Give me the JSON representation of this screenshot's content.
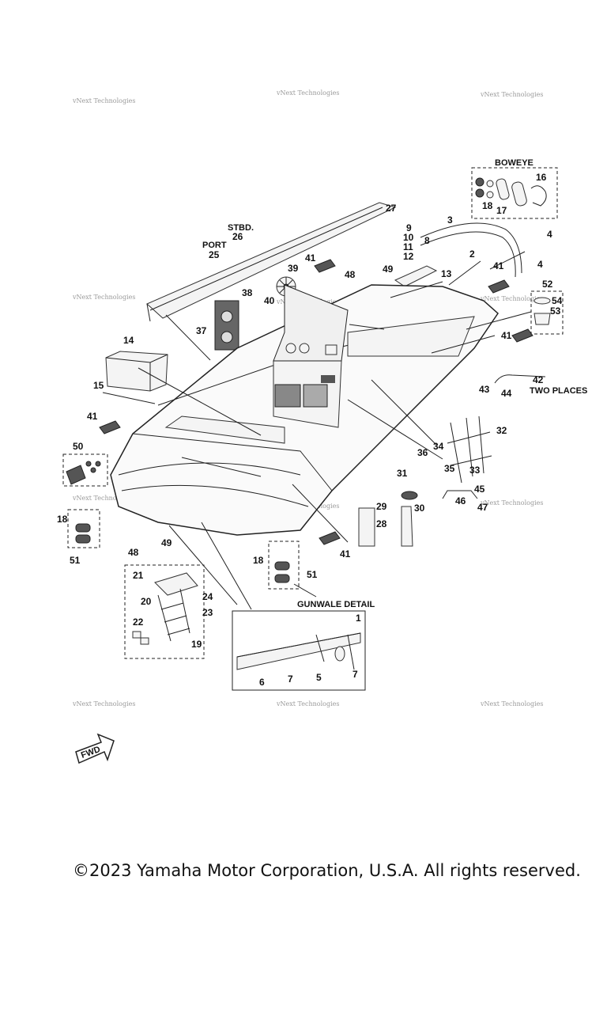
{
  "watermark_text": "vNext Technologies",
  "labels": {
    "boweye": "BOWEYE",
    "stbd": "STBD.",
    "port": "PORT",
    "two_places": "TWO PLACES",
    "gunwale_detail": "GUNWALE DETAIL",
    "fwd": "FWD"
  },
  "callouts": [
    "1",
    "2",
    "3",
    "4",
    "5",
    "6",
    "7",
    "8",
    "9",
    "10",
    "11",
    "12",
    "13",
    "14",
    "15",
    "16",
    "17",
    "18",
    "19",
    "20",
    "21",
    "22",
    "23",
    "24",
    "25",
    "26",
    "27",
    "28",
    "29",
    "30",
    "31",
    "32",
    "33",
    "34",
    "35",
    "36",
    "37",
    "38",
    "39",
    "40",
    "41",
    "42",
    "43",
    "44",
    "45",
    "46",
    "47",
    "48",
    "49",
    "50",
    "51",
    "52",
    "53",
    "54"
  ],
  "copyright": "©2023 Yamaha Motor Corporation, U.S.A. All rights reserved."
}
